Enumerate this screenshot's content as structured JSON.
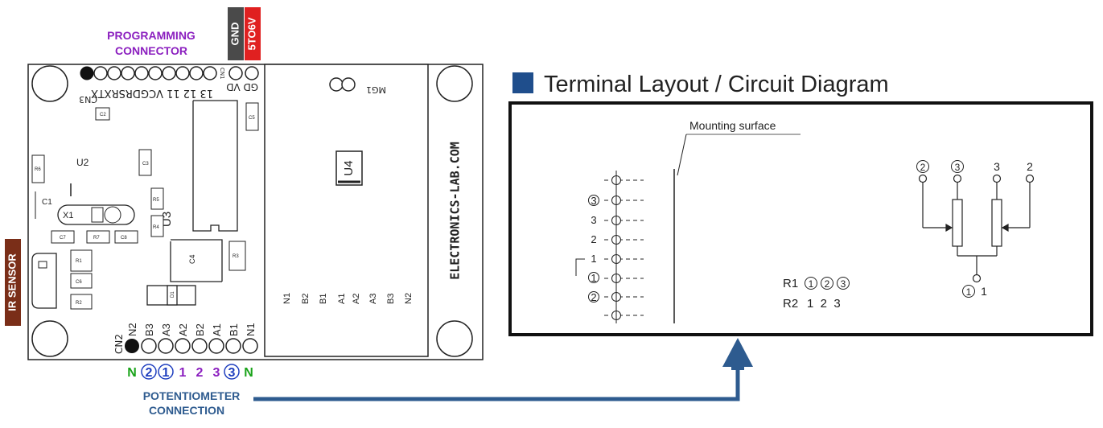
{
  "labels": {
    "programming_connector_line1": "PROGRAMMING",
    "programming_connector_line2": "CONNECTOR",
    "gnd_tag": "GND",
    "power_tag": "5TO6V",
    "ir_sensor": "IR SENSOR",
    "potentiometer_line1": "POTENTIOMETER",
    "potentiometer_line2": "CONNECTION",
    "website": "ELECTRONICS-LAB.COM"
  },
  "pcb": {
    "cn3_pins": "13 12 11 VCGDRSRXTX",
    "cn3_label": "CN3",
    "cn1_pins": "GD VD",
    "cn1_label": "CN1",
    "mg1_label": "MG1",
    "cn2_label": "CN2",
    "cn2_pins": [
      "N2",
      "B3",
      "A3",
      "A2",
      "B2",
      "A1",
      "B1",
      "N1"
    ],
    "right_pins": [
      "N1",
      "B2",
      "B1",
      "A1",
      "A2",
      "A3",
      "B3",
      "N2"
    ],
    "components": {
      "u2": "U2",
      "u3": "U3",
      "u4": "U4",
      "x1": "X1",
      "c1": "C1",
      "c2": "C2",
      "c3": "C3",
      "c4": "C4",
      "c5": "C5",
      "c6": "C6",
      "c7": "C7",
      "c8": "C8",
      "r1": "R1",
      "r2": "R2",
      "r3": "R3",
      "r4": "R4",
      "r5": "R5",
      "r6": "R6",
      "r7": "R7",
      "d1": "D1"
    }
  },
  "pin_legend": [
    {
      "text": "N",
      "color": "#1aa31a",
      "circled": false
    },
    {
      "text": "2",
      "color": "#1f3fbf",
      "circled": true
    },
    {
      "text": "1",
      "color": "#1f3fbf",
      "circled": true
    },
    {
      "text": "1",
      "color": "#8b1fbf",
      "circled": false
    },
    {
      "text": "2",
      "color": "#8b1fbf",
      "circled": false
    },
    {
      "text": "3",
      "color": "#8b1fbf",
      "circled": false
    },
    {
      "text": "3",
      "color": "#1f3fbf",
      "circled": true
    },
    {
      "text": "N",
      "color": "#1aa31a",
      "circled": false
    }
  ],
  "diagram": {
    "title": "Terminal Layout / Circuit Diagram",
    "mounting_surface": "Mounting surface",
    "r1_label": "R1",
    "r1_pins": [
      "1",
      "2",
      "3"
    ],
    "r2_label": "R2",
    "r2_pins": "1  2  3",
    "side_top": [
      "3",
      "3"
    ],
    "side_mid": [
      "2"
    ],
    "side_low": [
      "1",
      "1"
    ],
    "side_bottom": [
      "2"
    ],
    "circuit_top": [
      "2",
      "3",
      "3",
      "2"
    ],
    "circuit_bottom": "1"
  },
  "colors": {
    "purple": "#8b1fbf",
    "gnd_bg": "#4a4a4a",
    "power_bg": "#e02020",
    "ir_bg": "#7a2e18",
    "arrow": "#2e5b8f",
    "title_square": "#1f4e8c"
  }
}
